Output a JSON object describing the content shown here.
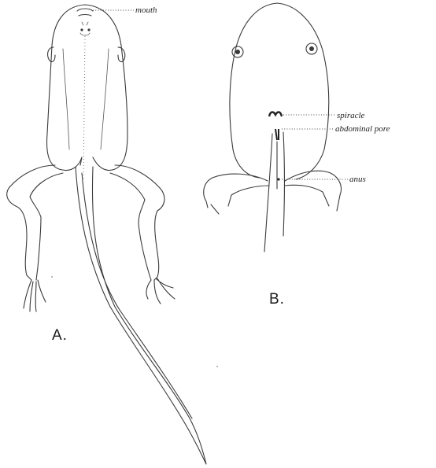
{
  "figure_a": {
    "label": "A.",
    "annotations": {
      "mouth": "mouth"
    }
  },
  "figure_b": {
    "label": "B.",
    "annotations": {
      "spiracle": "spiracle",
      "abdominal_pore": "abdominal pore",
      "anus": "anus"
    }
  },
  "colors": {
    "ink": "#3a3a3a",
    "background": "#ffffff"
  }
}
